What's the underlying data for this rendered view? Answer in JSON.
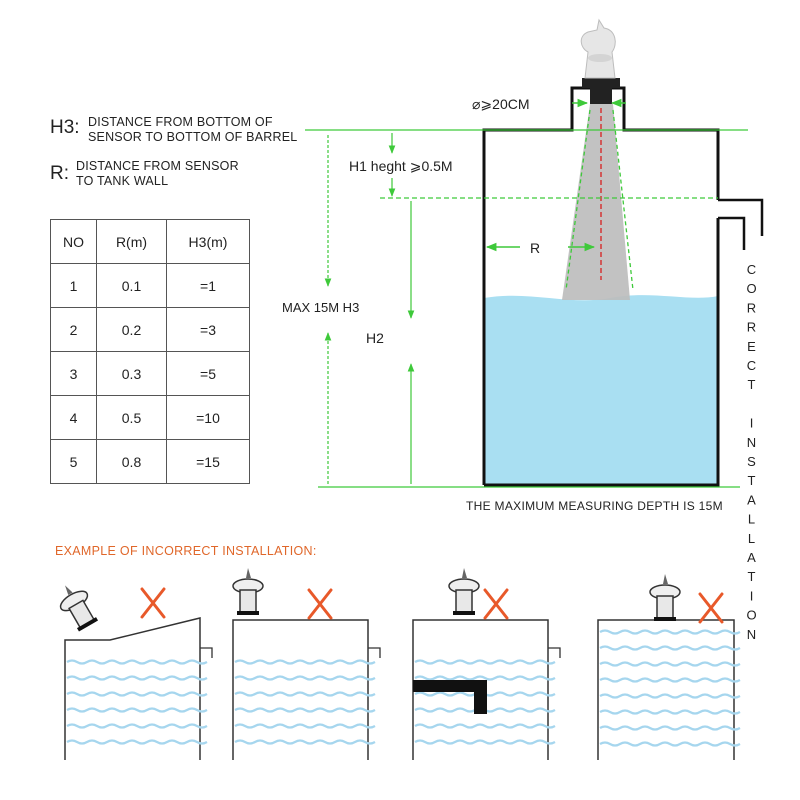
{
  "legend": {
    "h3_key": "H3:",
    "h3_text_line1": "DISTANCE FROM BOTTOM OF",
    "h3_text_line2": "SENSOR TO BOTTOM OF BARREL",
    "r_key": "R:",
    "r_text_line1": "DISTANCE FROM SENSOR",
    "r_text_line2": "TO TANK WALL"
  },
  "table": {
    "headers": [
      "NO",
      "R(m)",
      "H3(m)"
    ],
    "rows": [
      [
        "1",
        "0.1",
        "=1"
      ],
      [
        "2",
        "0.2",
        "=3"
      ],
      [
        "3",
        "0.3",
        "=5"
      ],
      [
        "4",
        "0.5",
        "=10"
      ],
      [
        "5",
        "0.8",
        "=15"
      ]
    ]
  },
  "labels": {
    "diameter": "⌀⩾20CM",
    "h1": "H1 heght ⩾0.5M",
    "r": "R",
    "max": "MAX 15M H3",
    "h2": "H2",
    "correct": "CORRECT INSTALLATION",
    "max_depth": "THE MAXIMUM MEASURING DEPTH IS 15M",
    "incorrect_title": "EXAMPLE OF INCORRECT INSTALLATION:"
  },
  "colors": {
    "arrow_green": "#3ec93a",
    "water": "#a9dff2",
    "wave": "#a6d6ee",
    "cross": "#e8592a",
    "beam": "#bdbdbd",
    "beam_center": "#d82020",
    "title_orange": "#e0672a"
  },
  "icons": [
    "ultrasonic-sensor-icon",
    "cross-mark-icon"
  ]
}
